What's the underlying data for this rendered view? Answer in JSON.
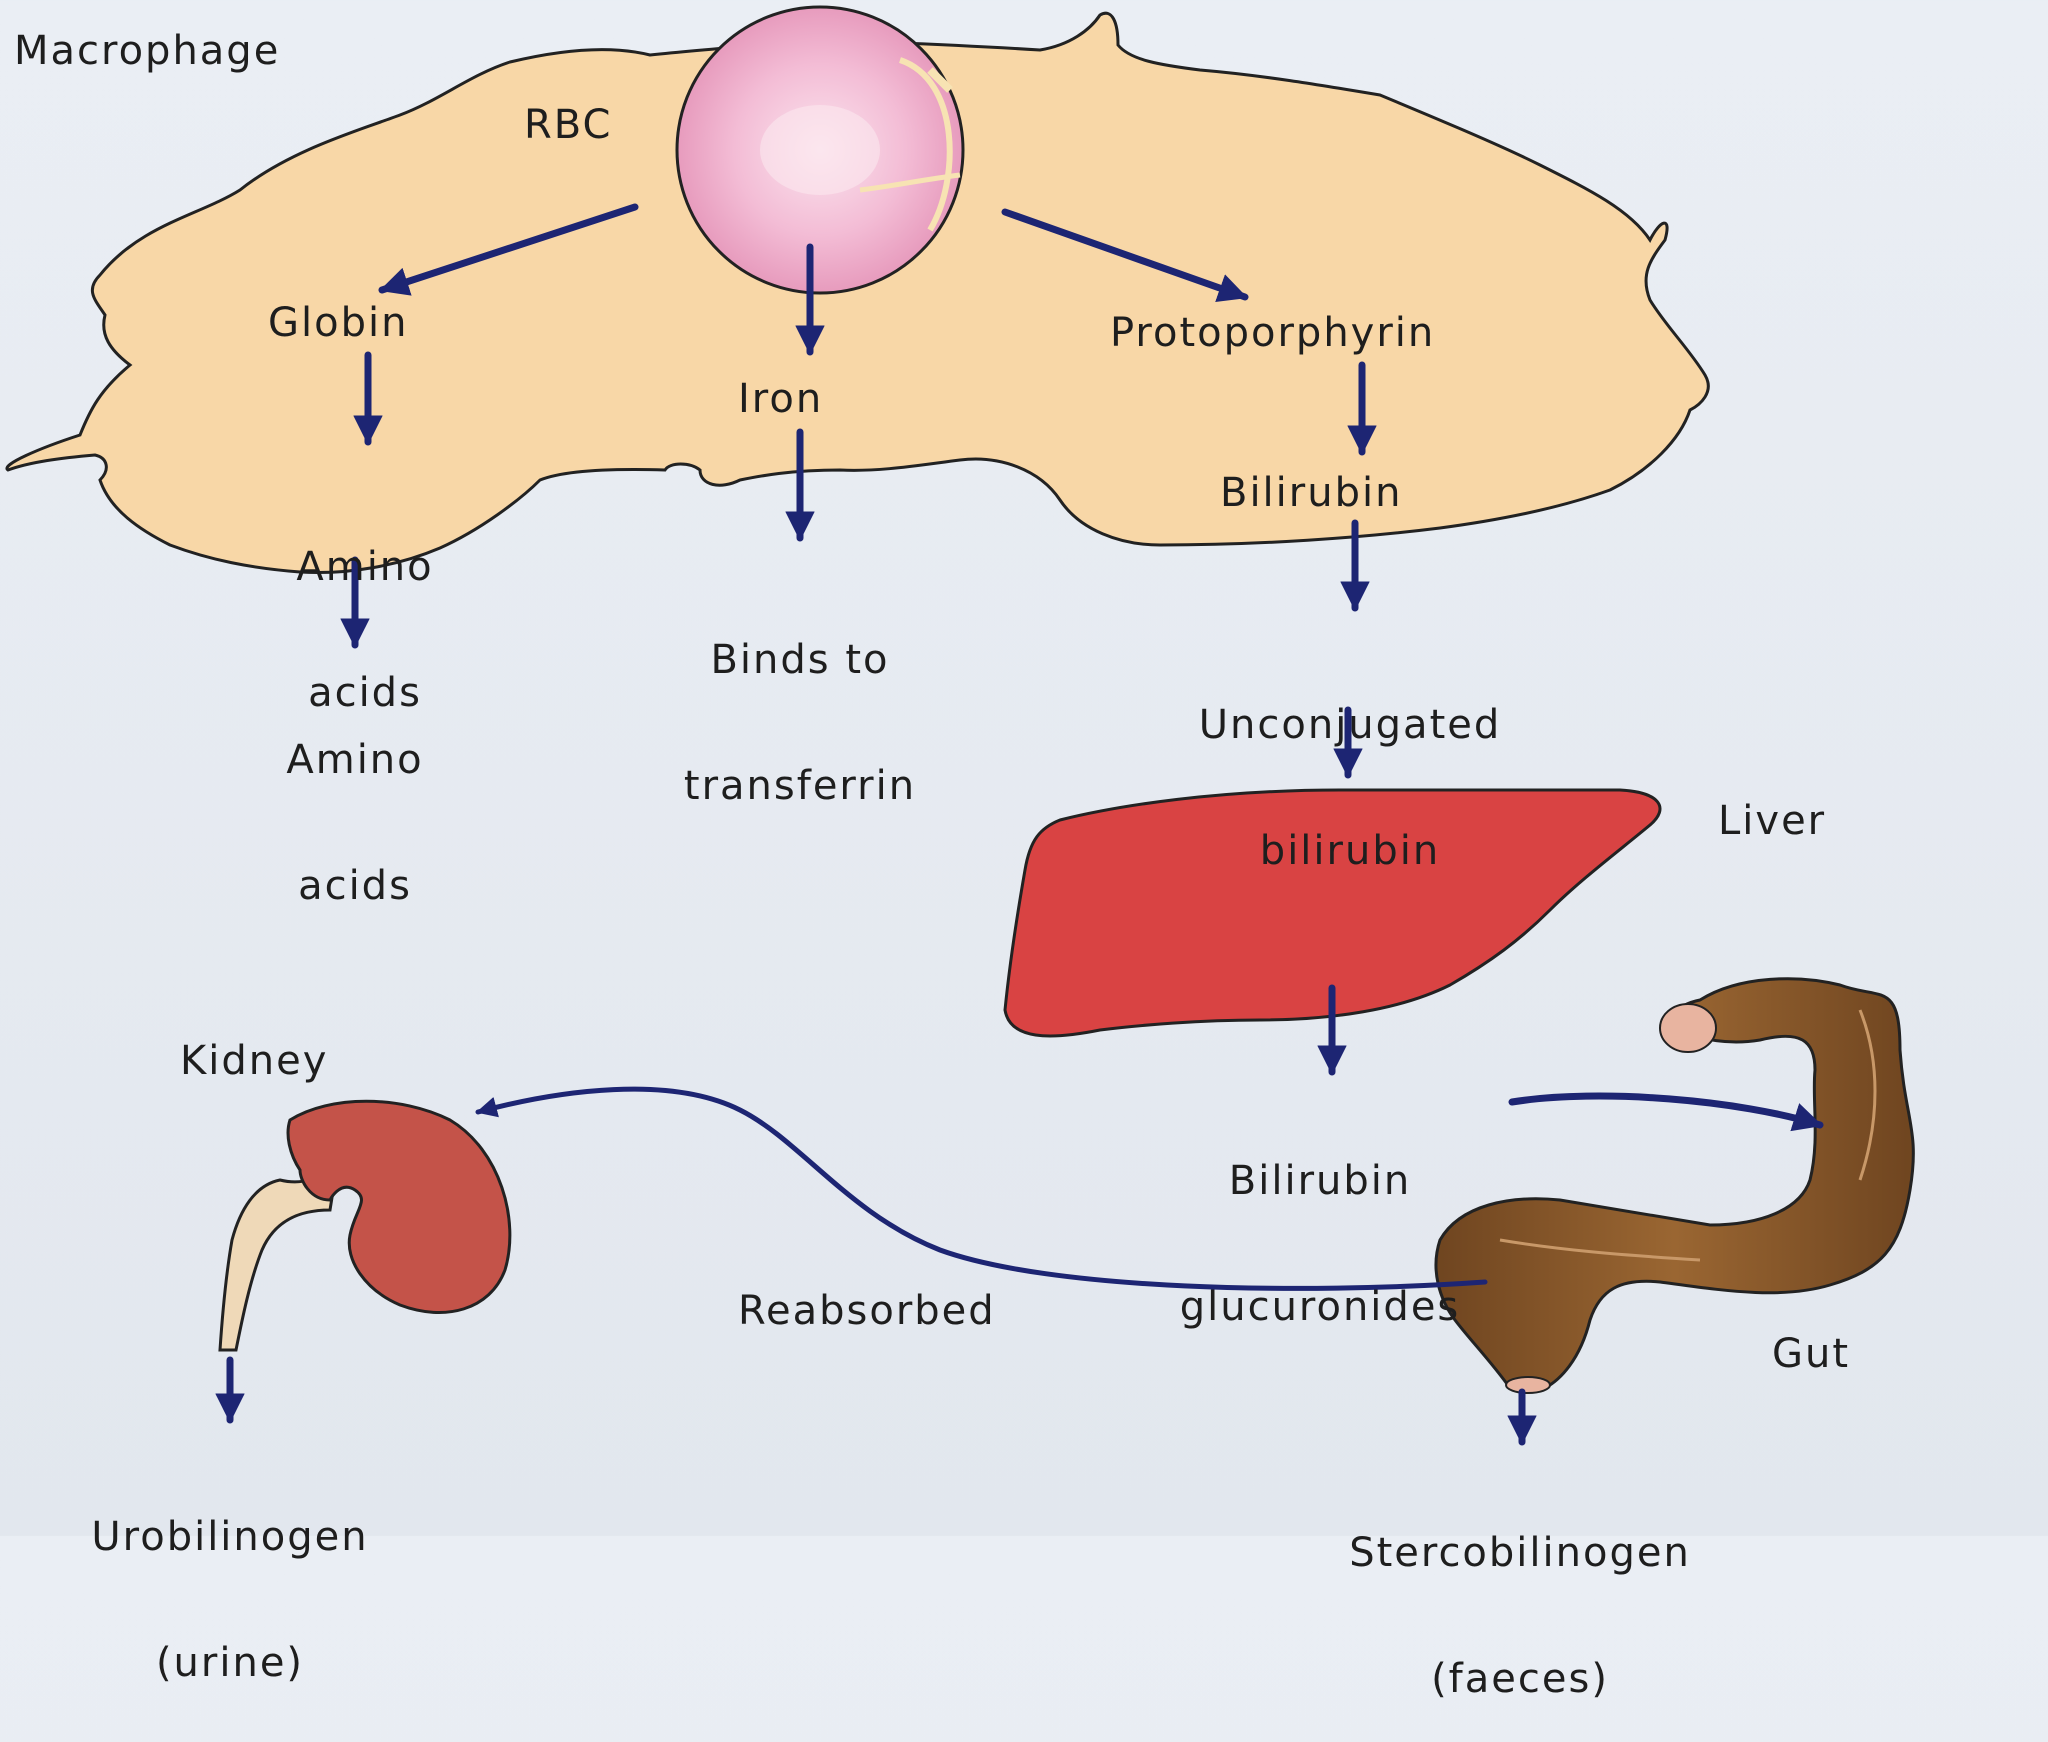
{
  "colors": {
    "macrophage_fill": "#f8d7a7",
    "rbc_fill": "#f1b4cf",
    "liver_fill": "#d94343",
    "kidney_fill": "#c45349",
    "gut_fill": "#8a5a2b",
    "arrow": "#1d2573"
  },
  "labels": {
    "macrophage": "Macrophage",
    "rbc": "RBC",
    "globin": "Globin",
    "iron": "Iron",
    "protoporphyrin": "Protoporphyrin",
    "amino_acids_inside_1": "Amino",
    "amino_acids_inside_2": "acids",
    "binds_1": "Binds to",
    "binds_2": "transferrin",
    "bilirubin": "Bilirubin",
    "amino_acids_out_1": "Amino",
    "amino_acids_out_2": "acids",
    "unconj_1": "Unconjugated",
    "unconj_2": "bilirubin",
    "liver": "Liver",
    "kidney": "Kidney",
    "gluc_1": "Bilirubin",
    "gluc_2": "glucuronides",
    "reabsorbed": "Reabsorbed",
    "gut": "Gut",
    "urobil_1": "Urobilinogen",
    "urobil_2": "(urine)",
    "sterco_1": "Stercobilinogen",
    "sterco_2": "(faeces)"
  }
}
